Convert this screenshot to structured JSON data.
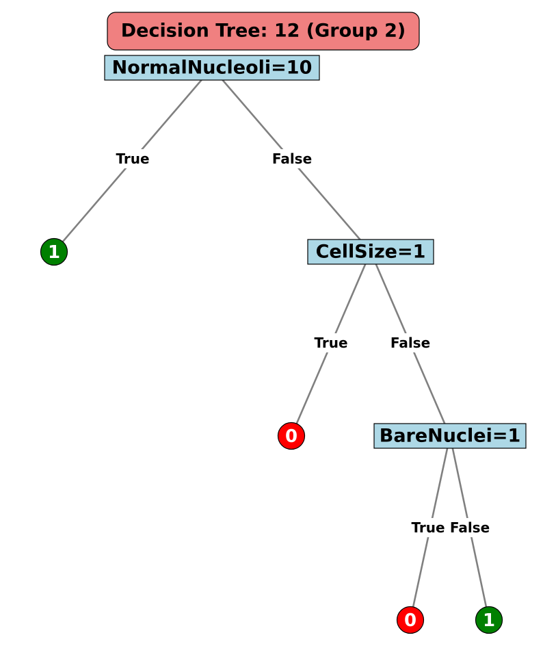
{
  "title": "Decision Tree: 12 (Group 2)",
  "colors": {
    "title_fill": "#f08080",
    "decision_fill": "#add8e6",
    "edge": "#808080",
    "leaf_1": "#008000",
    "leaf_0": "#ff0000"
  },
  "decisions": [
    {
      "id": "d1",
      "label": "NormalNucleoli=10"
    },
    {
      "id": "d2",
      "label": "CellSize=1"
    },
    {
      "id": "d3",
      "label": "BareNuclei=1"
    }
  ],
  "leaves": [
    {
      "id": "l1",
      "label": "1",
      "color": "#008000"
    },
    {
      "id": "l2",
      "label": "0",
      "color": "#ff0000"
    },
    {
      "id": "l3",
      "label": "0",
      "color": "#ff0000"
    },
    {
      "id": "l4",
      "label": "1",
      "color": "#008000"
    }
  ],
  "edges": [
    {
      "from": "d1",
      "to": "l1",
      "label": "True"
    },
    {
      "from": "d1",
      "to": "d2",
      "label": "False"
    },
    {
      "from": "d2",
      "to": "l2",
      "label": "True"
    },
    {
      "from": "d2",
      "to": "d3",
      "label": "False"
    },
    {
      "from": "d3",
      "to": "l3",
      "label": "True"
    },
    {
      "from": "d3",
      "to": "l4",
      "label": "False"
    }
  ]
}
